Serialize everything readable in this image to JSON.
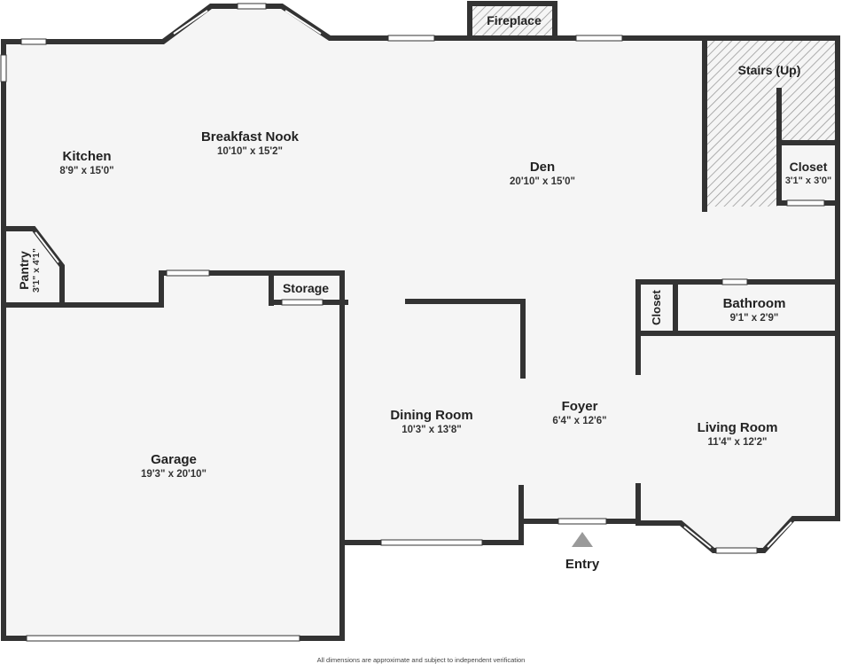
{
  "rooms": {
    "kitchen": {
      "name": "Kitchen",
      "dim": "8'9\" x 15'0\""
    },
    "breakfast_nook": {
      "name": "Breakfast Nook",
      "dim": "10'10\" x 15'2\""
    },
    "den": {
      "name": "Den",
      "dim": "20'10\" x 15'0\""
    },
    "fireplace": {
      "name": "Fireplace"
    },
    "stairs": {
      "name": "Stairs (Up)"
    },
    "closet_upper": {
      "name": "Closet",
      "dim": "3'1\" x 3'0\""
    },
    "pantry": {
      "name": "Pantry",
      "dim": "3'1\" x 4'1\""
    },
    "storage": {
      "name": "Storage"
    },
    "closet_small": {
      "name": "Closet"
    },
    "bathroom": {
      "name": "Bathroom",
      "dim": "9'1\" x 2'9\""
    },
    "garage": {
      "name": "Garage",
      "dim": "19'3\" x 20'10\""
    },
    "dining_room": {
      "name": "Dining Room",
      "dim": "10'3\" x 13'8\""
    },
    "foyer": {
      "name": "Foyer",
      "dim": "6'4\" x 12'6\""
    },
    "living_room": {
      "name": "Living Room",
      "dim": "11'4\" x 12'2\""
    }
  },
  "entry": {
    "label": "Entry"
  },
  "footer": {
    "disclaimer": "All dimensions are approximate and subject to independent verification"
  },
  "colors": {
    "wall": "#333333",
    "floor": "#f5f5f5",
    "hatch": "#9a9a9a",
    "window": "#ffffff"
  }
}
